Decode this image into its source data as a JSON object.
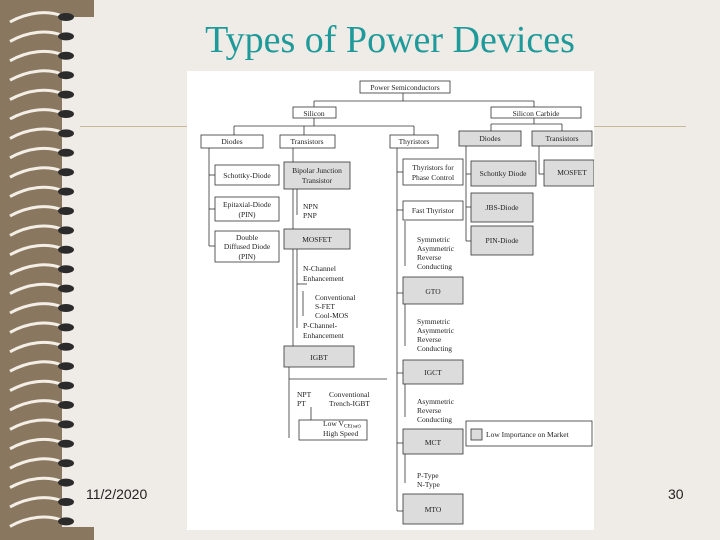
{
  "slide": {
    "title": "Types of Power Devices",
    "date": "11/2/2020",
    "page_number": "30"
  },
  "colors": {
    "title": "#1e9a9a",
    "background": "#efebe6",
    "spiral_band": "#8a7760",
    "shaded_box": "#dcdcdc"
  },
  "diagram": {
    "root": "Power Semiconductors",
    "silicon": "Silicon",
    "silicon_carbide": "Silicon Carbide",
    "si_diodes": "Diodes",
    "si_transistors": "Transistors",
    "si_thyristors": "Thyristors",
    "sic_diodes": "Diodes",
    "sic_transistors": "Transistors",
    "schottky_diode": "Schottky-Diode",
    "epitaxial_l1": "Epitaxial-Diode",
    "epitaxial_l2": "(PIN)",
    "double_l1": "Double",
    "double_l2": "Diffused Diode",
    "double_l3": "(PIN)",
    "bjt_l1": "Bipolar Junction",
    "bjt_l2": "Transistor",
    "npn": "NPN",
    "pnp": "PNP",
    "mosfet": "MOSFET",
    "nch_l1": "N-Channel",
    "nch_l2": "Enhancement",
    "conventional": "Conventional",
    "sfet": "S-FET",
    "coolmos": "Cool-MOS",
    "pch_l1": "P-Channel-",
    "pch_l2": "Enhancement",
    "igbt": "IGBT",
    "npt": "NPT",
    "npt_conv": "Conventional",
    "pt": "PT",
    "pt_trench": "Trench-IGBT",
    "low_vcesat": "Low V",
    "vcesat_sub": "CE(sat)",
    "high_speed": "High Speed",
    "thy_phase_l1": "Thyristors for",
    "thy_phase_l2": "Phase Control",
    "fast_thyristor": "Fast Thyristor",
    "sym1": "Symmetric",
    "asym1": "Asymmetric",
    "rev1": "Reverse",
    "cond1": "Conducting",
    "gto": "GTO",
    "sym2": "Symmetric",
    "asym2": "Asymmetric",
    "rev2": "Reverse",
    "cond2": "Conducting",
    "igct": "IGCT",
    "asym3": "Asymmetric",
    "rev3": "Reverse",
    "cond3": "Conducting",
    "mct": "MCT",
    "ptype": "P-Type",
    "ntype": "N-Type",
    "mto": "MTO",
    "sic_schottky": "Schottky Diode",
    "jbs": "JBS-Diode",
    "pin": "PIN-Diode",
    "sic_mosfet": "MOSFET",
    "legend": "Low Importance on Market"
  }
}
